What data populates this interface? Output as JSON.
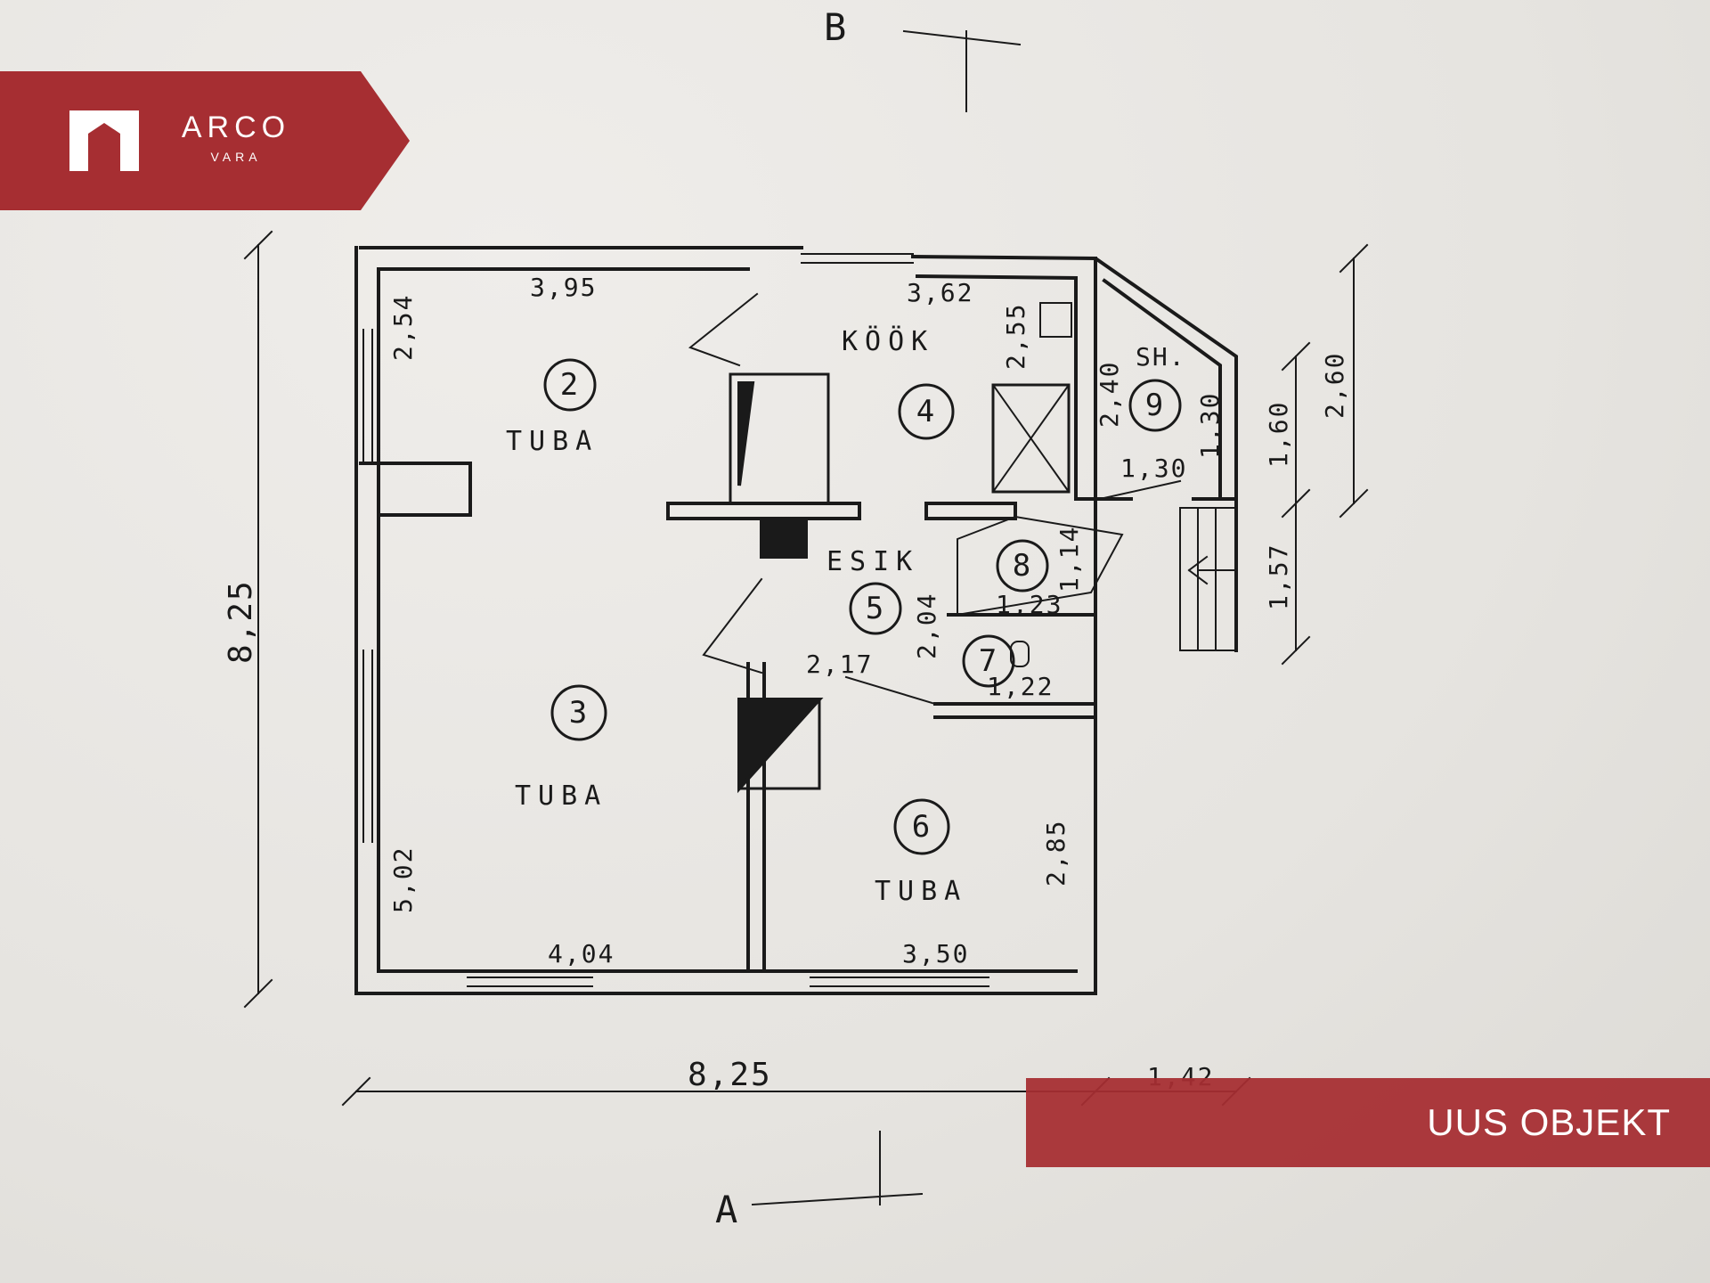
{
  "brand": {
    "name": "ARCO",
    "subtitle": "VARA",
    "color": "#a62e32",
    "logo_icon": "house-icon"
  },
  "banner": {
    "label": "UUS OBJEKT"
  },
  "plan": {
    "section_top": "B",
    "section_bottom": "A",
    "dims": {
      "overall_width": "8,25",
      "overall_height": "8,25",
      "extension_width": "1,42",
      "right_outer": "2,60",
      "right_upper": "1,60",
      "right_lower": "1,57"
    },
    "rooms": [
      {
        "num": "2",
        "label": "TUBA",
        "width": "3,95",
        "height": "2,54"
      },
      {
        "num": "3",
        "label": "TUBA",
        "width": "4,04",
        "height": "5,02"
      },
      {
        "num": "4",
        "label": "KÖÖK",
        "width": "3,62",
        "height": "2,55"
      },
      {
        "num": "5",
        "label": "ESIK",
        "width": "2,17",
        "height": "2,04"
      },
      {
        "num": "6",
        "label": "TUBA",
        "width": "3,50",
        "height": "2,85"
      },
      {
        "num": "7",
        "width": "1,22"
      },
      {
        "num": "8",
        "width": "1,23",
        "height": "1,14"
      },
      {
        "num": "9",
        "label": "SH.",
        "width": "1,30",
        "height": "2,40",
        "depth": "1,30"
      }
    ]
  }
}
